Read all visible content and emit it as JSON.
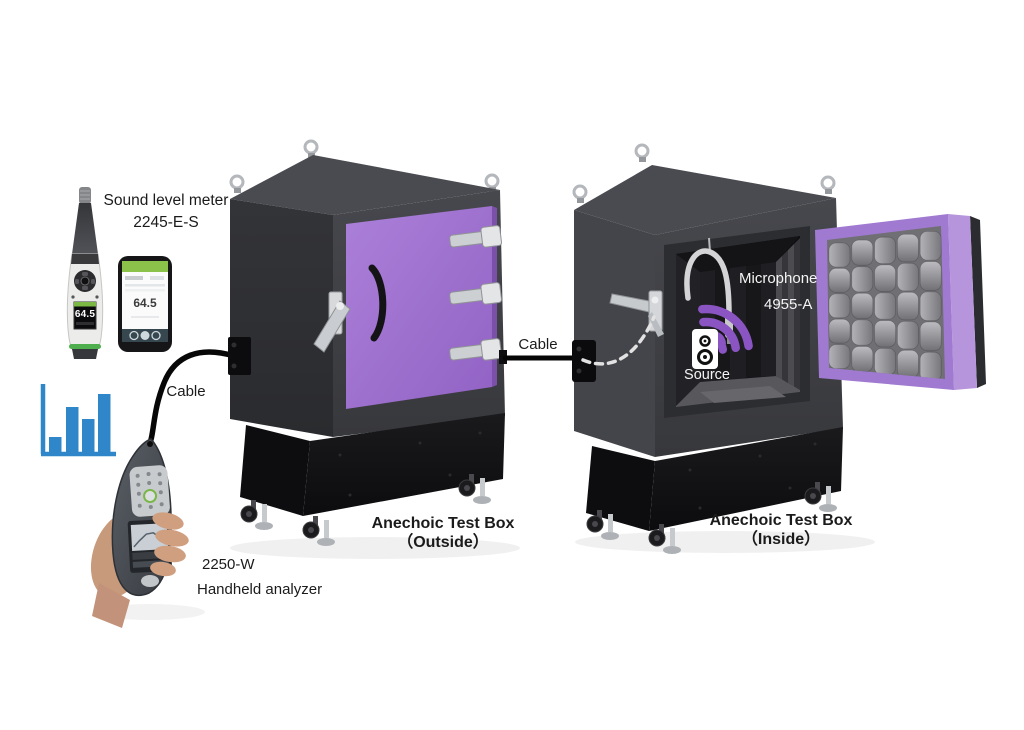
{
  "palette": {
    "purple": "#9e70d1",
    "purple_light": "#b795dd",
    "blue": "#2f87ca",
    "green": "#8bc34a",
    "box_gray": "#414246",
    "box_dark": "#313236",
    "base_black": "#141416",
    "foam_gray": "#8b8b90",
    "wave_purple": "#8a55c2"
  },
  "sound_level_meter": {
    "name": "Sound level meter",
    "model": "2245-E-S",
    "display_reading": "64.5",
    "phone_reading": "64.5"
  },
  "handheld_analyzer": {
    "model": "2250-W",
    "name": "Handheld analyzer"
  },
  "cables": {
    "left_label": "Cable",
    "middle_label": "Cable"
  },
  "outside_box": {
    "title": "Anechoic Test Box",
    "subtitle": "（Outside）"
  },
  "inside_box": {
    "title": "Anechoic Test Box",
    "subtitle": "（Inside）",
    "microphone_label": "Microphone",
    "microphone_model": "4955-A",
    "source_label": "Source"
  }
}
